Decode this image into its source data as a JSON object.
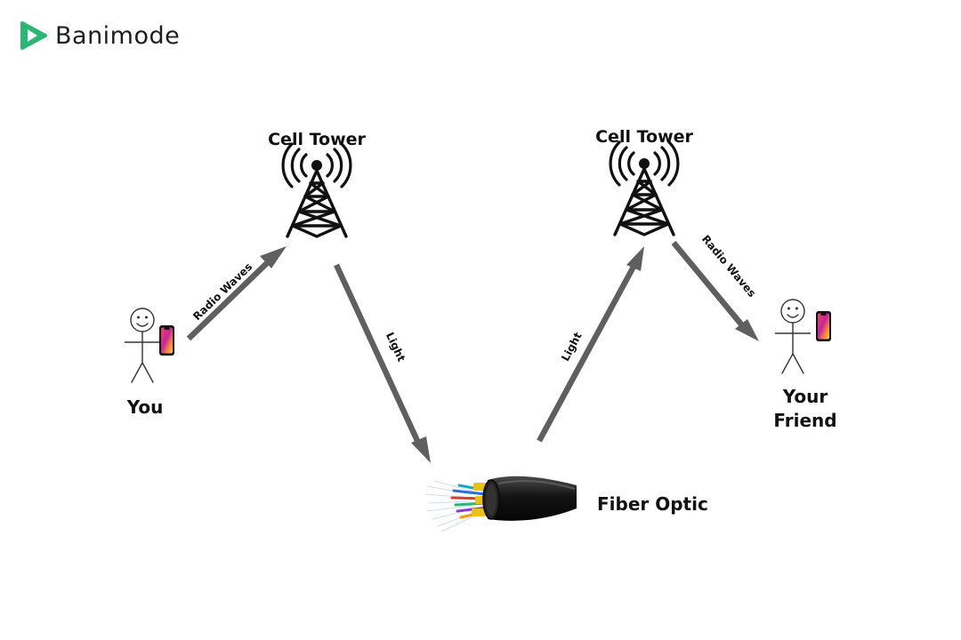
{
  "brand": {
    "name": "Banimode",
    "logo_color": "#2bb673"
  },
  "diagram": {
    "nodes": {
      "you": "You",
      "tower_left": "Cell Tower",
      "tower_right": "Cell Tower",
      "friend_line1": "Your",
      "friend_line2": "Friend",
      "fiber": "Fiber Optic"
    },
    "edges": {
      "you_to_tower": "Radio Waves",
      "tower_to_fiber": "Light",
      "fiber_to_tower": "Light",
      "tower_to_friend": "Radio Waves"
    },
    "colors": {
      "arrow": "#5f5f5f",
      "tower": "#111111",
      "text": "#111111",
      "cable": "#1b1b1b",
      "fiber_jacket": "#e8c21a"
    },
    "icons": [
      "signal-tower-icon",
      "stick-figure-icon",
      "smartphone-icon",
      "fiber-cable-icon"
    ]
  }
}
